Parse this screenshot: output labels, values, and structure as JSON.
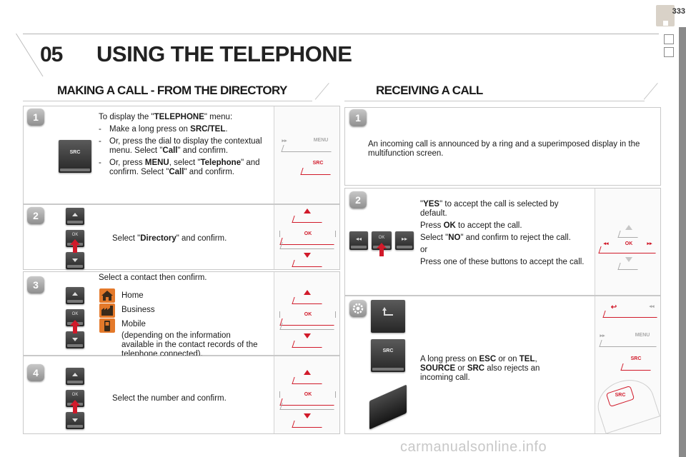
{
  "page": {
    "number": "333"
  },
  "header": {
    "chapter_number": "05",
    "chapter_title": "USING THE TELEPHONE"
  },
  "left": {
    "title": "MAKING A CALL - FROM THE DIRECTORY",
    "steps": [
      {
        "badge": "1",
        "intro_pre": "To display the \"",
        "intro_bold": "TELEPHONE",
        "intro_post": "\" menu:",
        "bullets": [
          {
            "dash": "-",
            "parts": [
              "Make a long press on ",
              "SRC/TEL",
              "."
            ]
          },
          {
            "dash": "-",
            "parts": [
              "Or, press the dial to display the contextual menu. Select \"",
              "Call",
              "\" and confirm."
            ]
          },
          {
            "dash": "-",
            "parts": [
              "Or, press ",
              "MENU",
              ", select \"",
              "Telephone",
              "\" and confirm. Select \"",
              "Call",
              "\" and confirm."
            ]
          }
        ],
        "button_label": "SRC",
        "ctl_labels": [
          "MENU",
          "SRC"
        ]
      },
      {
        "badge": "2",
        "parts": [
          "Select \"",
          "Directory",
          "\" and confirm."
        ],
        "ok": "OK"
      },
      {
        "badge": "3",
        "intro": "Select a contact then confirm.",
        "contacts": [
          "Home",
          "Business",
          "Mobile"
        ],
        "note": "(depending on the information available in the contact records of the telephone connected).",
        "ok": "OK"
      },
      {
        "badge": "4",
        "text": "Select the number and confirm.",
        "ok": "OK"
      }
    ]
  },
  "right": {
    "title": "RECEIVING A CALL",
    "steps": [
      {
        "badge": "1",
        "text": "An incoming call is announced by a ring and a superimposed display in the multifunction screen."
      },
      {
        "badge": "2",
        "p1": [
          "\"",
          "YES",
          "\" to accept the call is selected by default."
        ],
        "p2": [
          "Press ",
          "OK",
          " to accept the call."
        ],
        "p3": [
          "Select \"",
          "NO",
          "\" and confirm to reject the call."
        ],
        "p4": "or",
        "p5": "Press one of these buttons to accept the call.",
        "ok": "OK"
      },
      {
        "badge_icon": "gear",
        "parts": [
          "A long press on ",
          "ESC",
          " or on ",
          "TEL",
          ", ",
          "SOURCE",
          " or ",
          "SRC",
          " also rejects an incoming call."
        ],
        "ctl_labels": [
          "MENU",
          "SRC",
          "SRC"
        ]
      }
    ]
  },
  "watermark": "carmanualsonline.info"
}
